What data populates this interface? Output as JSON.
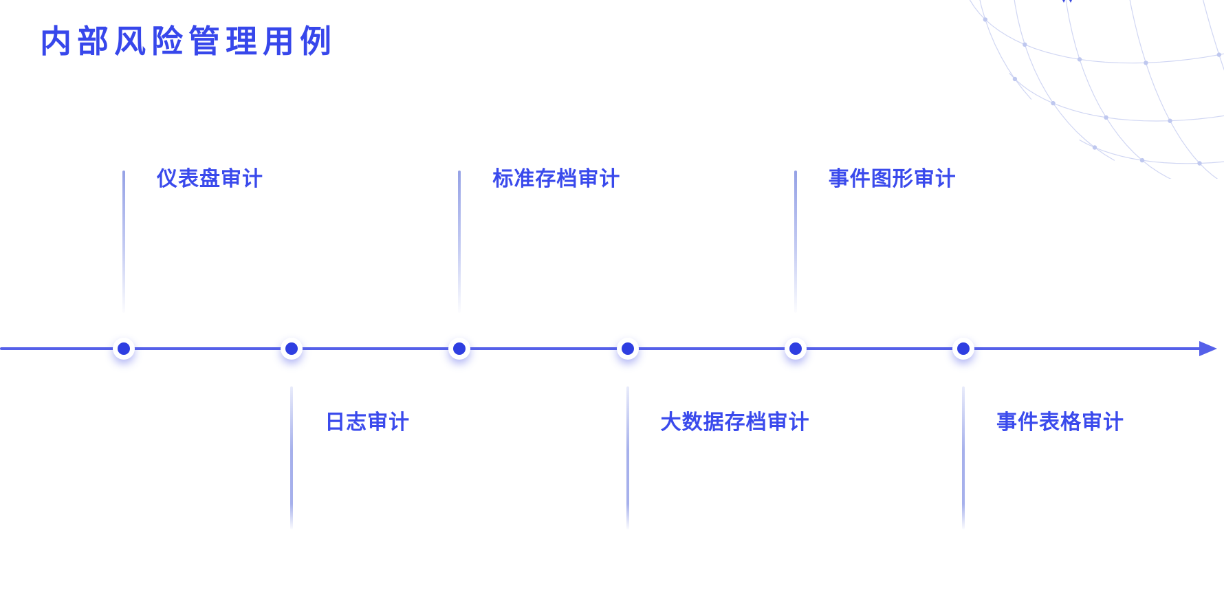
{
  "title": "内部风险管理用例",
  "colors": {
    "accent_blue": "#3747EB",
    "label_blue": "#3A4AEC",
    "axis_blue": "#5560E9",
    "dot_blue": "#2E3EE1",
    "connector_blue": "#96A0E8",
    "globe_line": "#D0D6F3",
    "globe_node": "#BFC8EF"
  },
  "timeline": {
    "direction": "left-to-right",
    "items": [
      {
        "label": "仪表盘审计",
        "position": "above"
      },
      {
        "label": "日志审计",
        "position": "below"
      },
      {
        "label": "标准存档审计",
        "position": "above"
      },
      {
        "label": "大数据存档审计",
        "position": "below"
      },
      {
        "label": "事件图形审计",
        "position": "above"
      },
      {
        "label": "事件表格审计",
        "position": "below"
      }
    ]
  }
}
